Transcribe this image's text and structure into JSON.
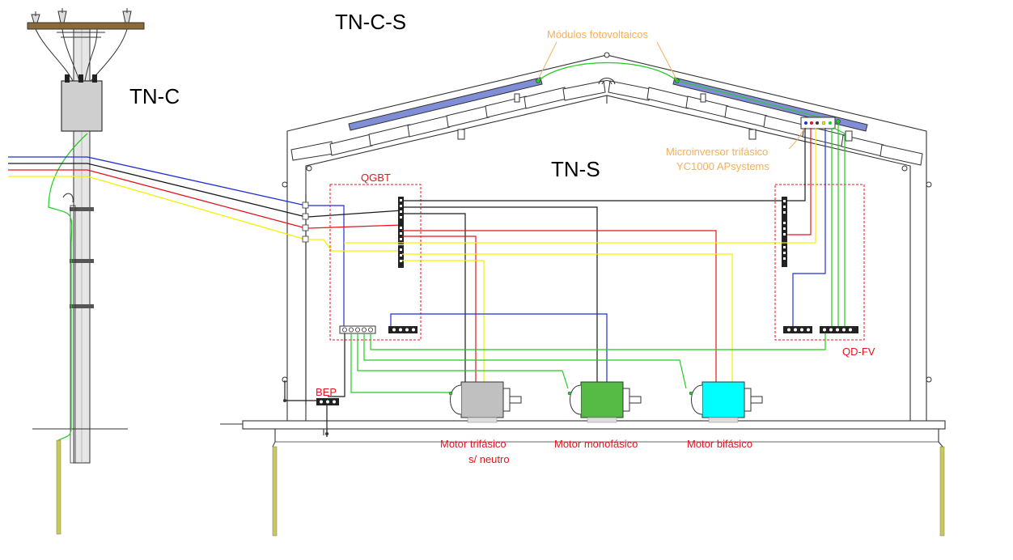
{
  "labels": {
    "tn_c": "TN-C",
    "tn_c_s": "TN-C-S",
    "tn_s": "TN-S",
    "qgbt": "QGBT",
    "qd_fv": "QD-FV",
    "bep": "BEP",
    "pv_modules": "Módulos fotovoltaicos",
    "microinverter_line1": "Microinversor trifásico",
    "microinverter_line2": "YC1000 APsystems",
    "motor_3ph_line1": "Motor trifásico",
    "motor_3ph_line2": "s/ neutro",
    "motor_1ph": "Motor monofásico",
    "motor_2ph": "Motor bifásico"
  },
  "colors": {
    "phase_blue": "#1f2fd6",
    "phase_black": "#1a1a1a",
    "phase_red": "#e8141c",
    "phase_yellow": "#f5f000",
    "ground_green": "#22cc22",
    "label_red": "#e8141c",
    "label_orange": "#f4b05a",
    "panel_frame": "#e8141c",
    "pv_panel": "#7f8ed6",
    "motor_3ph_body": "#c0c0c0",
    "motor_1ph_body": "#55bb44",
    "motor_2ph_body": "#00ffff",
    "ground_rod": "#c9c95a"
  }
}
